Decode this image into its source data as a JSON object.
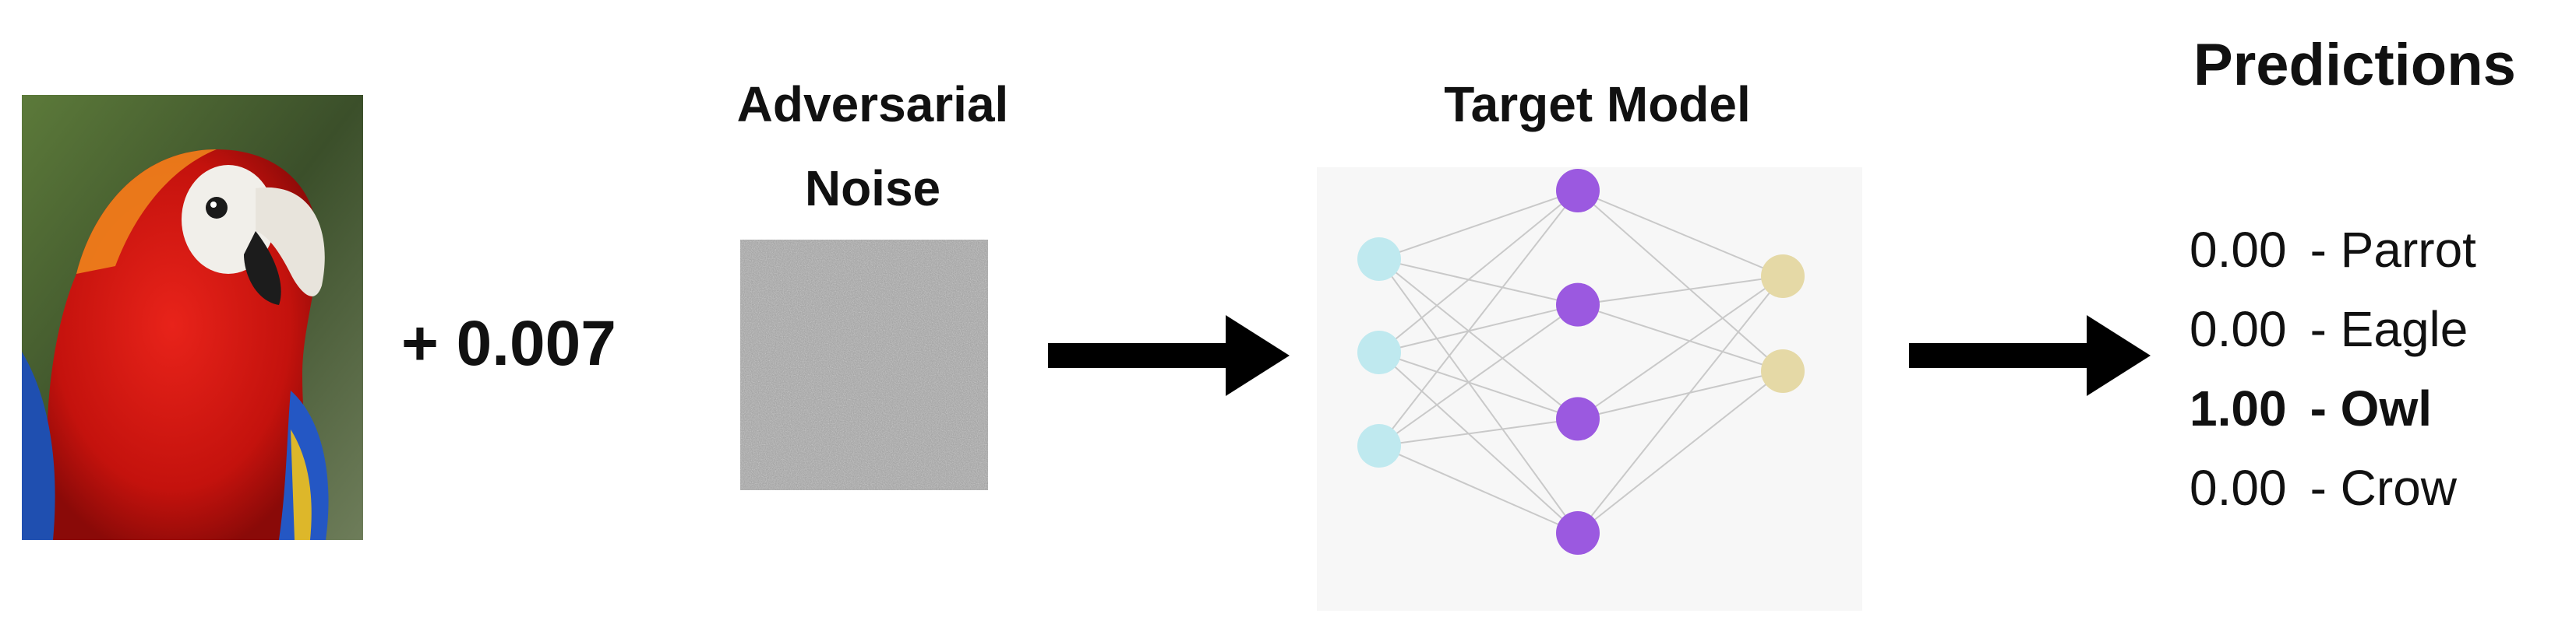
{
  "coefficient": "+ 0.007",
  "noise": {
    "title_line1": "Adversarial",
    "title_line2": "Noise"
  },
  "model": {
    "title": "Target Model",
    "layers": [
      {
        "nodes": 3,
        "color": "#bfe9ef"
      },
      {
        "nodes": 4,
        "color": "#9b59e0"
      },
      {
        "nodes": 2,
        "color": "#e5d9a6"
      }
    ]
  },
  "predictions": {
    "title": "Predictions",
    "items": [
      {
        "score": "0.00",
        "label": "Parrot",
        "top": false
      },
      {
        "score": "0.00",
        "label": "Eagle",
        "top": false
      },
      {
        "score": "1.00",
        "label": "Owl",
        "top": true
      },
      {
        "score": "0.00",
        "label": "Crow",
        "top": false
      }
    ]
  }
}
